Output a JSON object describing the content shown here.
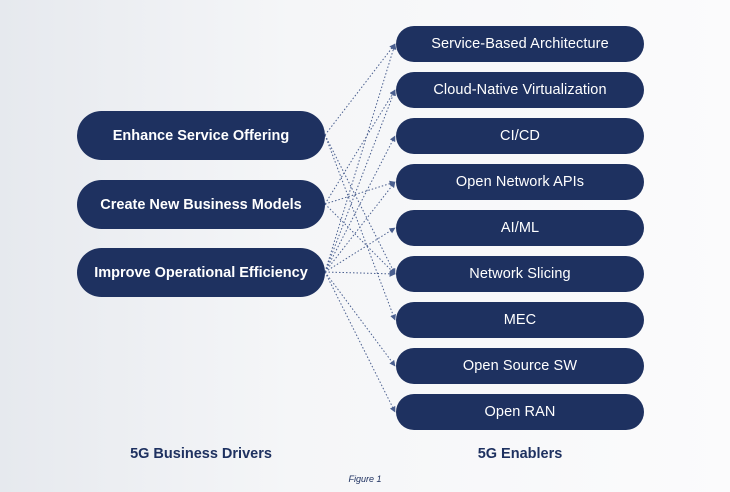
{
  "drivers": [
    {
      "label": "Enhance Service Offering"
    },
    {
      "label": "Create New Business Models"
    },
    {
      "label": "Improve Operational Efficiency"
    }
  ],
  "enablers": [
    {
      "label": "Service-Based Architecture"
    },
    {
      "label": "Cloud-Native Virtualization"
    },
    {
      "label": "CI/CD"
    },
    {
      "label": "Open Network APIs"
    },
    {
      "label": "AI/ML"
    },
    {
      "label": "Network Slicing"
    },
    {
      "label": "MEC"
    },
    {
      "label": "Open Source SW"
    },
    {
      "label": "Open RAN"
    }
  ],
  "connections": [
    {
      "from": 0,
      "to": 0
    },
    {
      "from": 0,
      "to": 5
    },
    {
      "from": 0,
      "to": 6
    },
    {
      "from": 1,
      "to": 1
    },
    {
      "from": 1,
      "to": 3
    },
    {
      "from": 1,
      "to": 5
    },
    {
      "from": 2,
      "to": 0
    },
    {
      "from": 2,
      "to": 1
    },
    {
      "from": 2,
      "to": 2
    },
    {
      "from": 2,
      "to": 3
    },
    {
      "from": 2,
      "to": 4
    },
    {
      "from": 2,
      "to": 5
    },
    {
      "from": 2,
      "to": 7
    },
    {
      "from": 2,
      "to": 8
    }
  ],
  "headings": {
    "drivers": "5G Business Drivers",
    "enablers": "5G Enablers"
  },
  "caption": "Figure 1",
  "colors": {
    "pill": "#1e3160",
    "line": "#4a5f8f"
  }
}
